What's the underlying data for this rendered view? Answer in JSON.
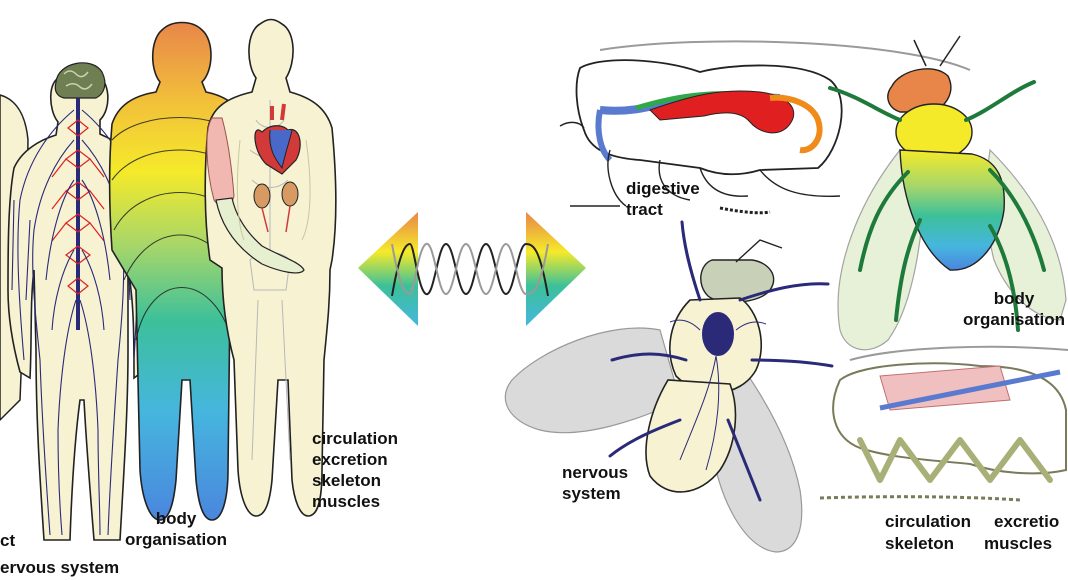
{
  "human_labels": {
    "tract_fragment": "ct",
    "nervous_system_fragment": "ervous system",
    "body_organisation": "body\norganisation",
    "circulation_group": "circulation\nexcretion\nskeleton\nmuscles"
  },
  "fly_labels": {
    "digestive_tract": "digestive\ntract",
    "body_organisation": "body\norganisation",
    "nervous_system": "nervous\nsystem",
    "circulation": "circulation",
    "excretion_fragment": "excretio",
    "skeleton": "skeleton",
    "muscles": "muscles"
  },
  "colors": {
    "gradient": [
      "#e8864a",
      "#f2c03a",
      "#f5ea2a",
      "#a6d66a",
      "#3cc09a",
      "#46b6de",
      "#4a86de"
    ],
    "skin": "#f6f2d2",
    "nerve": "#2a2a78",
    "nerve_red": "#e02020",
    "brain": "#6f7f52",
    "gut_red": "#e02020",
    "gut_orange": "#f08a18",
    "gut_blue": "#5a7ad0",
    "wing": "#d4d4d4"
  }
}
